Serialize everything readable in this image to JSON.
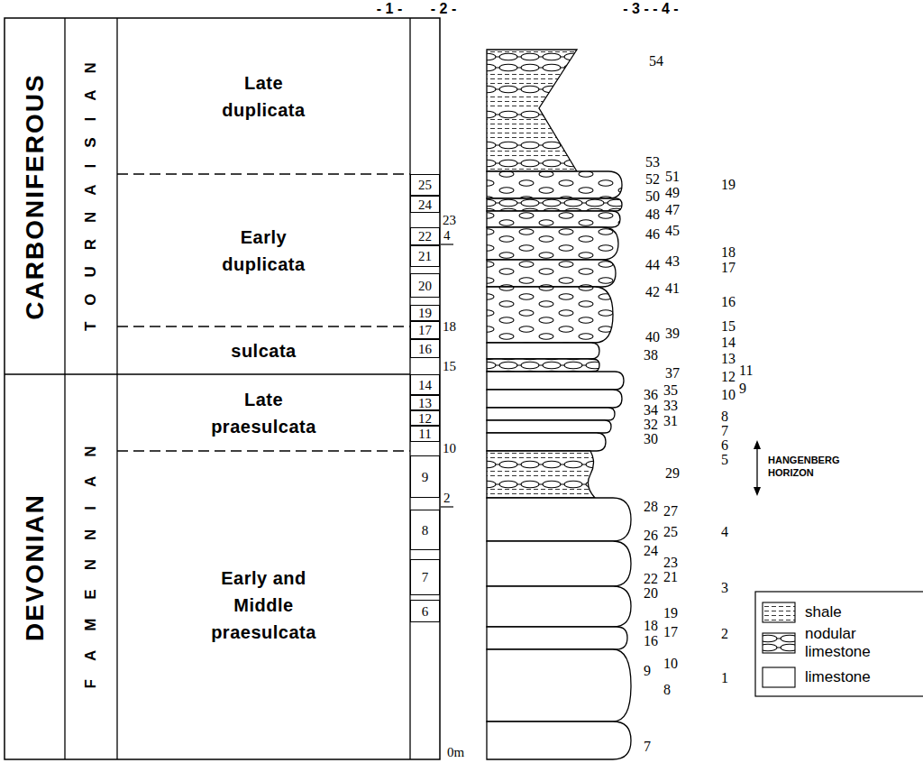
{
  "diagram": {
    "nodes": [
      {
        "text": [
          "CARBONIFEROUS"
        ]
      },
      {
        "text": [
          "TOURNAISIAN"
        ]
      },
      {
        "text": [
          "Late duplicata"
        ]
      },
      {
        "text": [
          "Early duplicata"
        ]
      },
      {
        "text": [
          "sulcata"
        ]
      },
      {
        "text": [
          "DEVONIAN"
        ]
      },
      {
        "text": [
          "FAMENNIAN"
        ]
      },
      {
        "text": [
          "Late praesulcata"
        ]
      },
      {
        "text": [
          "Early and Middle praesulcata"
        ]
      },
      {
        "text": [
          "25"
        ]
      },
      {
        "text": [
          "24"
        ]
      },
      {
        "text": [
          "22"
        ]
      },
      {
        "text": [
          "21"
        ]
      },
      {
        "text": [
          "20"
        ]
      },
      {
        "text": [
          "19"
        ]
      },
      {
        "text": [
          "17"
        ]
      },
      {
        "text": [
          "16"
        ]
      },
      {
        "text": [
          "14"
        ]
      },
      {
        "text": [
          "13"
        ]
      },
      {
        "text": [
          "12"
        ]
      },
      {
        "text": [
          "11"
        ]
      },
      {
        "text": [
          "9"
        ]
      },
      {
        "text": [
          "8"
        ]
      },
      {
        "text": [
          "7"
        ]
      },
      {
        "text": [
          "6"
        ]
      }
    ],
    "labels": [
      "- 1 -",
      "- 2 -",
      "- 3 - - 4 -",
      "23",
      "4",
      "18",
      "15",
      "10",
      "2",
      "0m",
      "54",
      "53",
      "52",
      "51",
      "50",
      "49",
      "48",
      "47",
      "46",
      "45",
      "44",
      "43",
      "42",
      "41",
      "40",
      "39",
      "38",
      "37",
      "36",
      "35",
      "34",
      "33",
      "32",
      "31",
      "30",
      "29",
      "28",
      "27",
      "26",
      "25",
      "24",
      "23",
      "22",
      "21",
      "20",
      "19",
      "18",
      "17",
      "16",
      "10",
      "9",
      "8",
      "7",
      "19",
      "18",
      "17",
      "16",
      "15",
      "14",
      "13",
      "12",
      "11",
      "10",
      "9",
      "8",
      "7",
      "6",
      "5",
      "4",
      "3",
      "2",
      "1",
      "HANGENBERG HORIZON"
    ],
    "legend": [
      {
        "text": "shale"
      },
      {
        "text": "nodular limestone"
      },
      {
        "text": "limestone"
      }
    ]
  }
}
